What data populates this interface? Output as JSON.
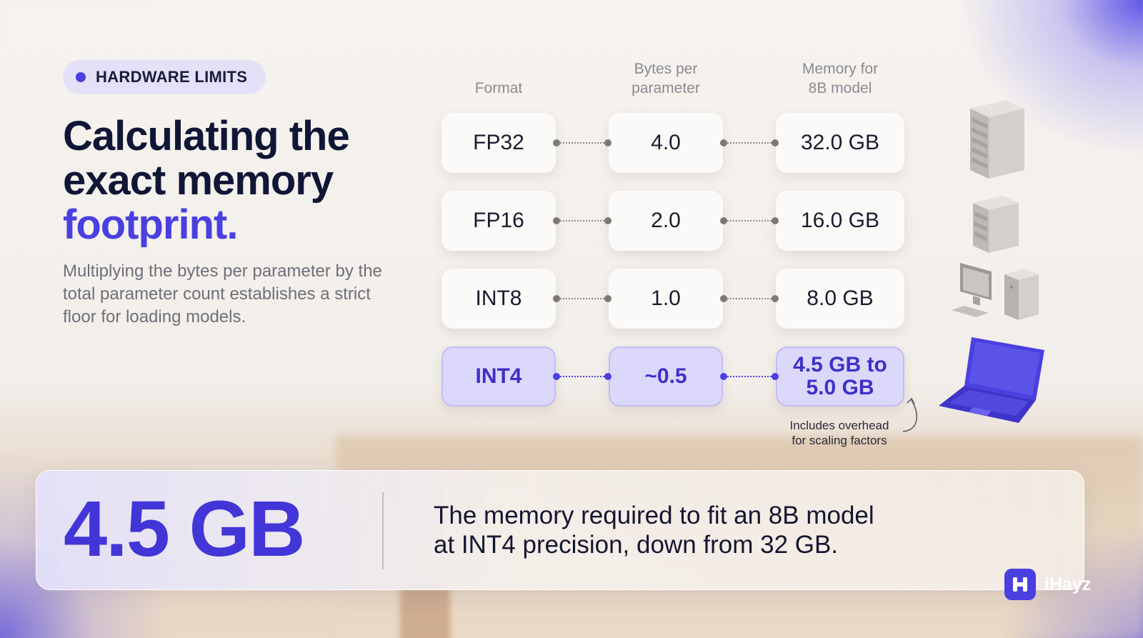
{
  "badge": {
    "label": "HARDWARE LIMITS"
  },
  "title": {
    "line1": "Calculating the",
    "line2": "exact memory",
    "accent": "footprint."
  },
  "subtitle": "Multiplying the bytes per parameter by the total parameter count establishes a strict floor for loading models.",
  "columns": {
    "format": "Format",
    "bytes_1": "Bytes per",
    "bytes_2": "parameter",
    "memory_1": "Memory for",
    "memory_2": "8B model"
  },
  "rows": [
    {
      "format": "FP32",
      "bytes": "4.0",
      "memory": "32.0 GB",
      "device": "server-tower-icon"
    },
    {
      "format": "FP16",
      "bytes": "2.0",
      "memory": "16.0 GB",
      "device": "small-server-icon"
    },
    {
      "format": "INT8",
      "bytes": "1.0",
      "memory": "8.0 GB",
      "device": "desktop-computer-icon"
    },
    {
      "format": "INT4",
      "bytes": "~0.5",
      "memory_1": "4.5 GB to",
      "memory_2": "5.0 GB",
      "device": "laptop-icon",
      "highlight": true
    }
  ],
  "note": {
    "line1": "Includes overhead",
    "line2": "for scaling factors"
  },
  "stat": {
    "value": "4.5 GB",
    "line1": "The memory required to fit an 8B model",
    "line2": "at INT4 precision, down from 32 GB."
  },
  "brand": {
    "name": "iHayz"
  },
  "colors": {
    "accent": "#4a3fe0",
    "heading": "#0f1636",
    "highlight_cell": "#dcd8fb"
  }
}
